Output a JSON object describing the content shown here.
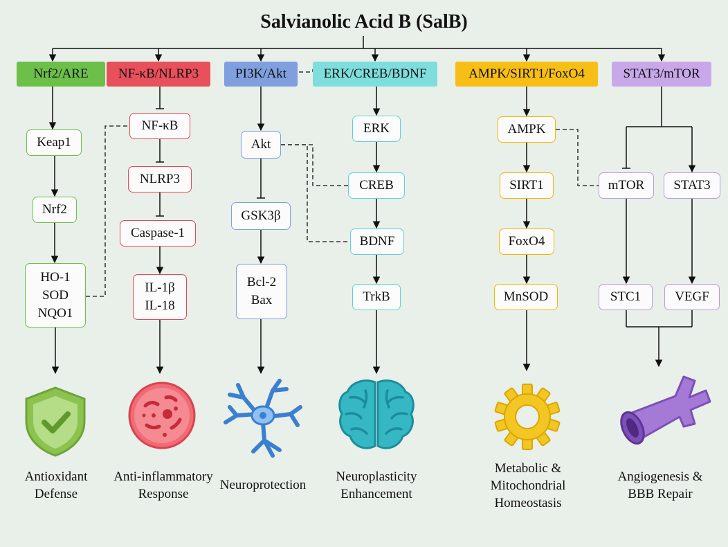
{
  "title": "Salvianolic Acid B (SalB)",
  "pathways": [
    {
      "name": "Nrf2/ARE",
      "color": "#6cc04a",
      "border": "#6cc04a",
      "nodes": [
        "Keap1",
        "Nrf2",
        "HO-1\nSOD\nNQO1"
      ],
      "outcome": "Antioxidant\nDefense",
      "icon": "shield-check-icon"
    },
    {
      "name": "NF-κB/NLRP3",
      "color": "#e8505b",
      "border": "#e14a55",
      "nodes": [
        "NF-κB",
        "NLRP3",
        "Caspase-1",
        "IL-1β\nIL-18"
      ],
      "outcome": "Anti-inflammatory\nResponse",
      "icon": "inflamed-cell-icon"
    },
    {
      "name": "PI3K/Akt",
      "color": "#7f9fde",
      "border": "#7f9fde",
      "nodes": [
        "Akt",
        "GSK3β",
        "Bcl-2\nBax"
      ],
      "outcome": "Neuroprotection",
      "icon": "neuron-icon"
    },
    {
      "name": "ERK/CREB/BDNF",
      "color": "#7ddedd",
      "border": "#5fd3d1",
      "nodes": [
        "ERK",
        "CREB",
        "BDNF",
        "TrkB"
      ],
      "outcome": "Neuroplasticity\nEnhancement",
      "icon": "brain-icon"
    },
    {
      "name": "AMPK/SIRT1/FoxO4",
      "color": "#f7be15",
      "border": "#f2b707",
      "nodes": [
        "AMPK",
        "SIRT1",
        "FoxO4",
        "MnSOD"
      ],
      "outcome": "Metabolic &\nMitochondrial\nHomeostasis",
      "icon": "gear-icon"
    },
    {
      "name": "STAT3/mTOR",
      "color": "#c9a8ea",
      "border": "#b99ae0",
      "nodes": [
        "mTOR",
        "STAT3",
        "STC1",
        "VEGF"
      ],
      "outcome": "Angiogenesis &\nBBB Repair",
      "icon": "blood-vessel-icon"
    }
  ]
}
